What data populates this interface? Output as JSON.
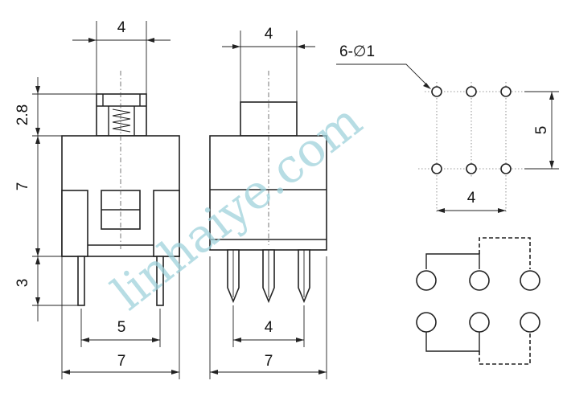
{
  "front_view": {
    "dim_top": "4",
    "dim_plunger_height": "2.8",
    "dim_body_height": "7",
    "dim_pin_length": "3",
    "dim_pin_spacing": "5",
    "dim_body_width": "7"
  },
  "side_view": {
    "dim_top": "4",
    "dim_pin_pitch": "4",
    "dim_body_width": "7"
  },
  "footprint": {
    "holes_label": "6-∅1",
    "dim_row_spacing": "5",
    "dim_pitch": "4"
  },
  "watermark": "linhaiye.com"
}
